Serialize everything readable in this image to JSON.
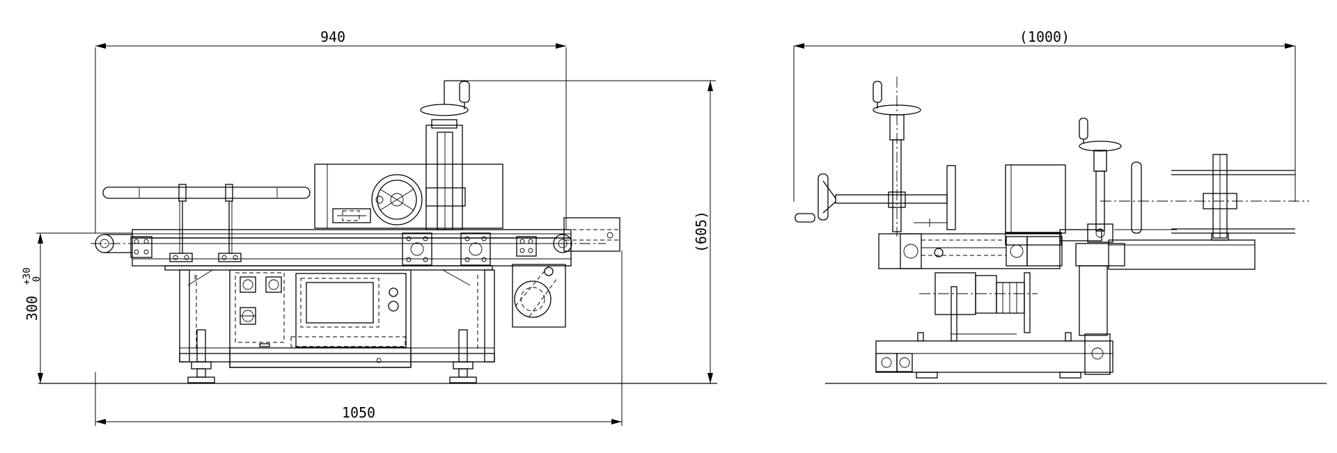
{
  "front_view": {
    "dim_top_width": "940",
    "dim_bottom_width": "1050",
    "dim_height": "(605)",
    "dim_conveyor_height": "300",
    "tol_plus": "+30",
    "tol_minus": "0"
  },
  "side_view": {
    "dim_top_width": "(1000)"
  }
}
